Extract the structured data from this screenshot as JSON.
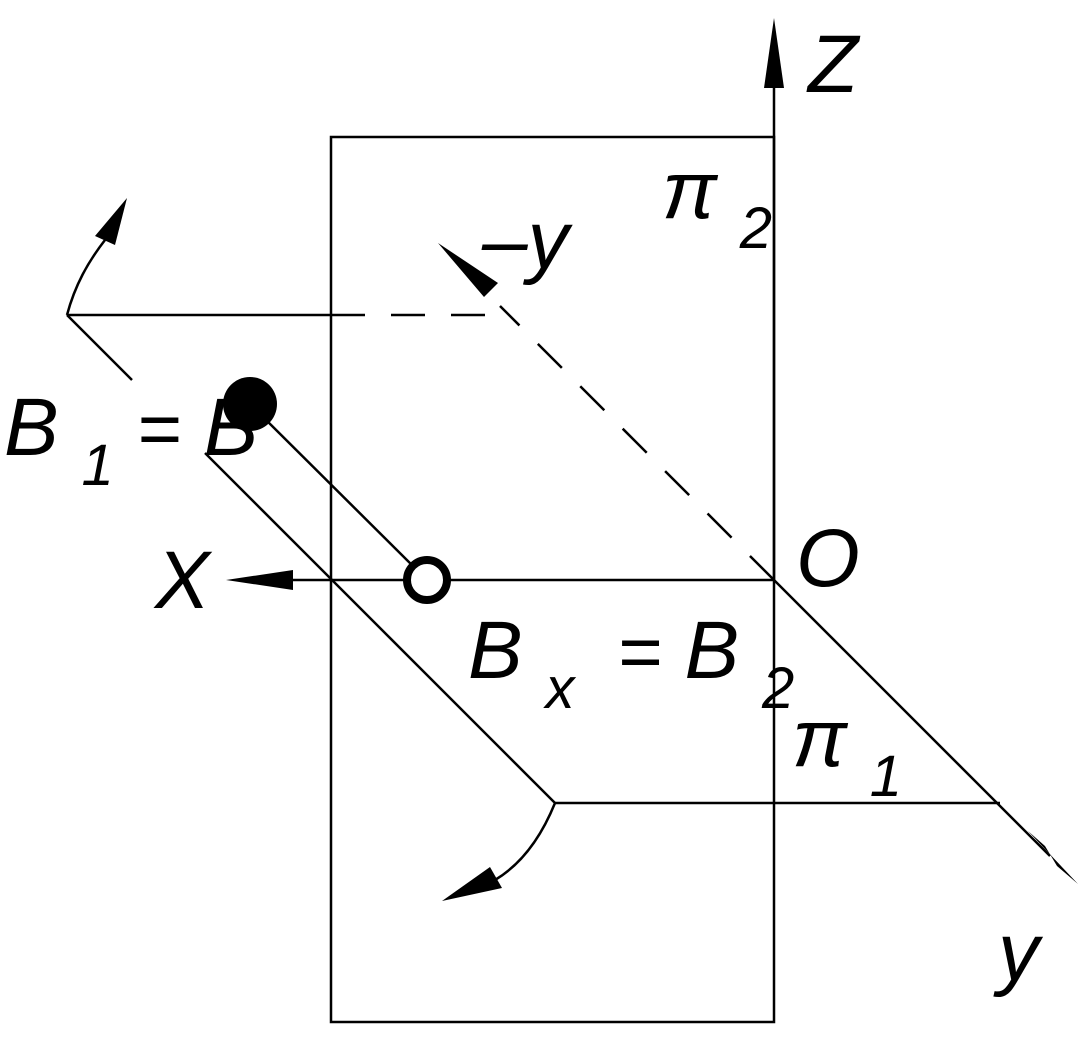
{
  "labels": {
    "z_axis": "Z",
    "x_axis": "X",
    "y_axis": "y",
    "neg_y_axis": "–y",
    "origin": "O",
    "plane_frontal": "π",
    "plane_frontal_sub": "2",
    "plane_horizontal": "π",
    "plane_horizontal_sub": "1",
    "point_b1": "B",
    "point_b1_sub": "1",
    "point_b1_eq": "=",
    "point_b": "B",
    "point_bx": "B",
    "point_bx_sub": "x",
    "point_bx_eq": "=",
    "point_b2": "B",
    "point_b2_sub": "2"
  },
  "colors": {
    "stroke": "#000000",
    "background": "#ffffff",
    "hollow_point_fill": "#ffffff"
  }
}
